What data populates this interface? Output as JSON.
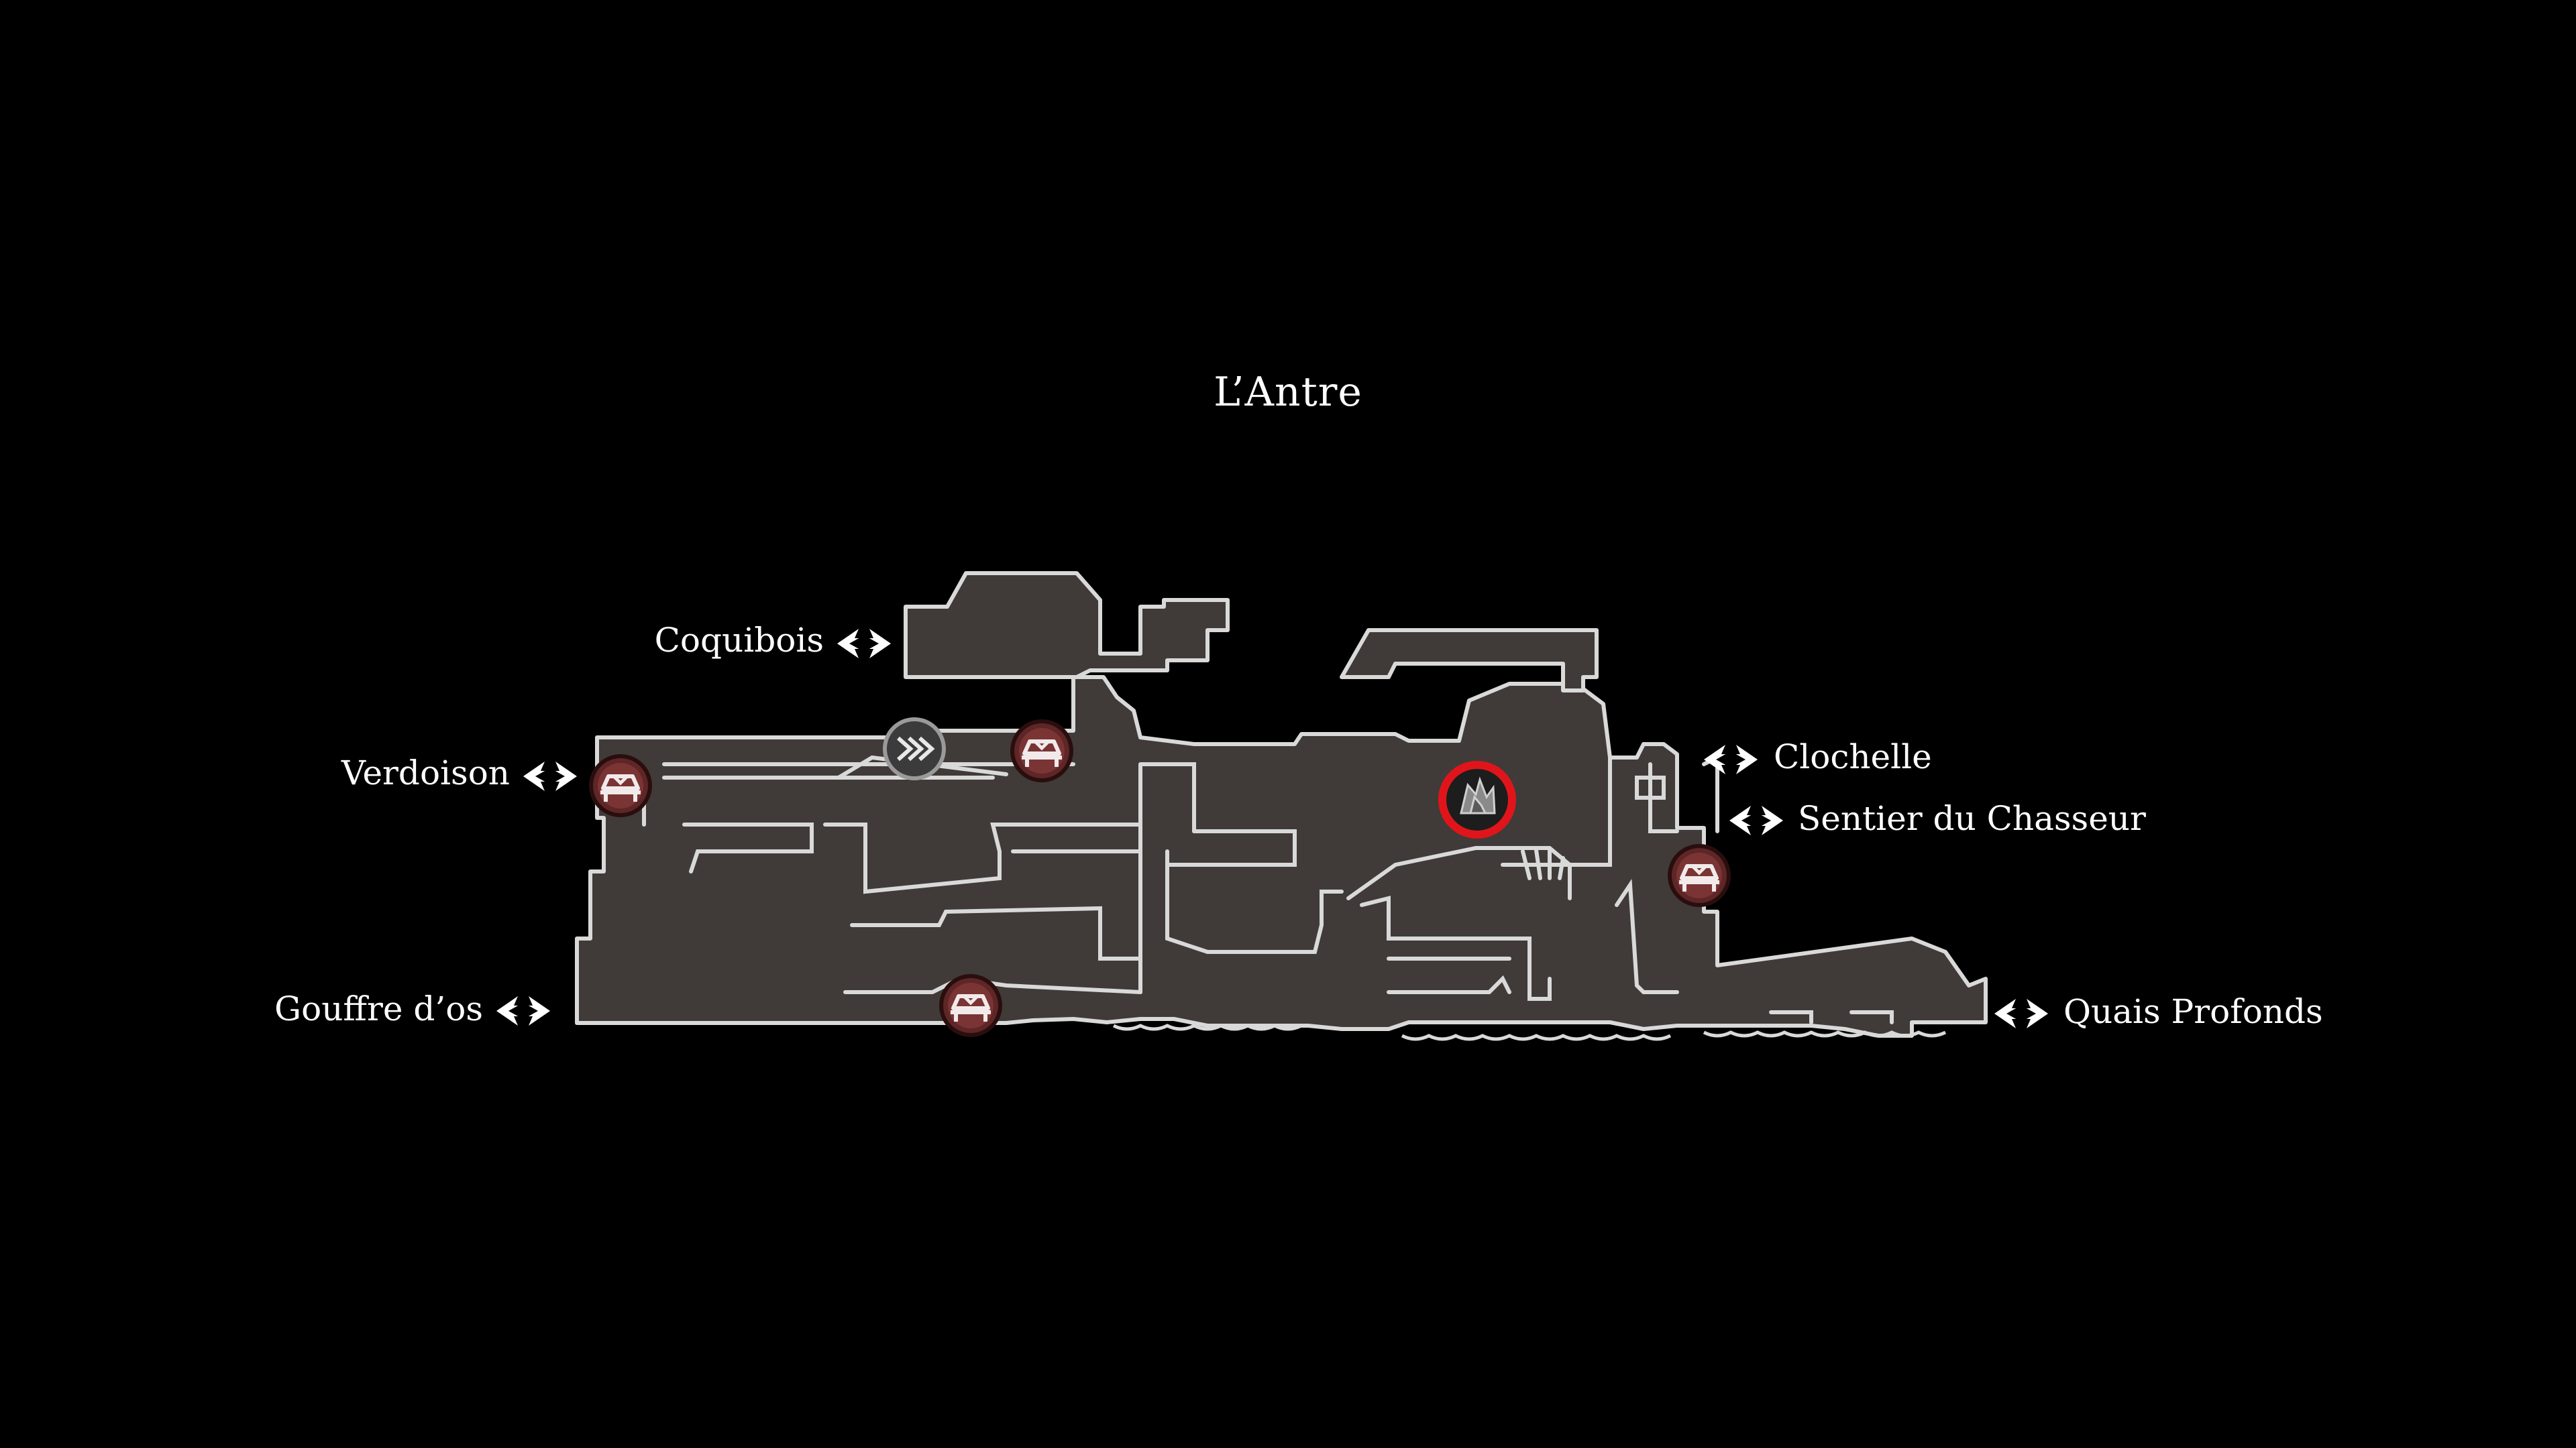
{
  "map": {
    "area_title": "L’Antre",
    "colors": {
      "background": "#000000",
      "room_fill": "#403b38",
      "room_outline": "#d9d9d9",
      "bench_marker": "#6b2a2a",
      "target_ring": "#e0151b",
      "label_text": "#ffffff"
    },
    "exits": [
      {
        "label": "Coquibois",
        "icon": "transition-arrow-icon"
      },
      {
        "label": "Verdoison",
        "icon": "transition-arrow-icon"
      },
      {
        "label": "Clochelle",
        "icon": "transition-arrow-icon"
      },
      {
        "label": "Sentier du Chasseur",
        "icon": "transition-arrow-icon"
      },
      {
        "label": "Gouffre d’os",
        "icon": "transition-arrow-icon"
      },
      {
        "label": "Quais Profonds",
        "icon": "transition-arrow-icon"
      }
    ],
    "markers": [
      {
        "type": "bench",
        "icon": "bench-icon"
      },
      {
        "type": "bench",
        "icon": "bench-icon"
      },
      {
        "type": "bench",
        "icon": "bench-icon"
      },
      {
        "type": "bench",
        "icon": "bench-icon"
      },
      {
        "type": "fast-travel",
        "icon": "fast-travel-icon"
      },
      {
        "type": "objective",
        "icon": "shard-cluster-icon"
      }
    ]
  }
}
